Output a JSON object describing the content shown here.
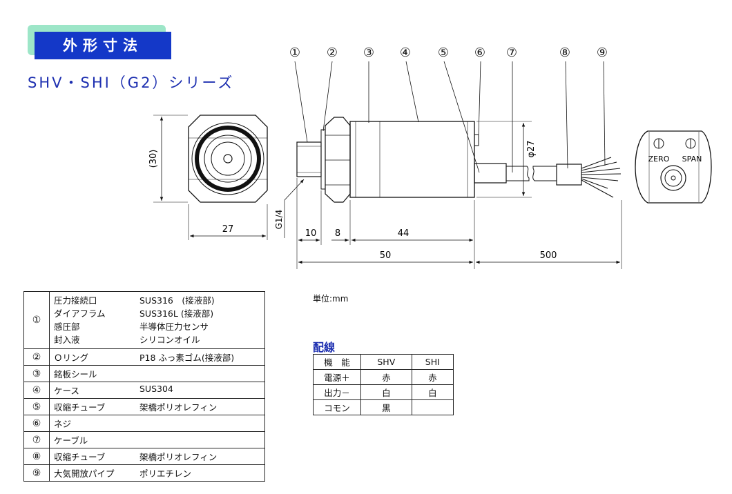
{
  "heading": "外形寸法",
  "series_title": "SHV・SHI（G2）シリーズ",
  "drawing": {
    "callouts": [
      "①",
      "②",
      "③",
      "④",
      "⑤",
      "⑥",
      "⑦",
      "⑧",
      "⑨"
    ],
    "dims": {
      "side_height": "(30)",
      "side_width": "27",
      "thread": "G1/4",
      "d10": "10",
      "d8": "8",
      "d44": "44",
      "d50": "50",
      "d500": "500",
      "dia": "φ27"
    },
    "zero_label": "ZERO",
    "span_label": "SPAN"
  },
  "parts": [
    {
      "num": "①",
      "lines": [
        {
          "name": "圧力接続口",
          "spec": "SUS316　(接液部)"
        },
        {
          "name": "ダイアフラム",
          "spec": "SUS316L (接液部)"
        },
        {
          "name": "感圧部",
          "spec": "半導体圧力センサ"
        },
        {
          "name": "封入液",
          "spec": "シリコンオイル"
        }
      ]
    },
    {
      "num": "②",
      "name": "Ｏリング",
      "spec": "P18 ふっ素ゴム(接液部)"
    },
    {
      "num": "③",
      "name": "銘板シール",
      "spec": ""
    },
    {
      "num": "④",
      "name": "ケース",
      "spec": "SUS304"
    },
    {
      "num": "⑤",
      "name": "収縮チューブ",
      "spec": "架橋ポリオレフィン"
    },
    {
      "num": "⑥",
      "name": "ネジ",
      "spec": ""
    },
    {
      "num": "⑦",
      "name": "ケーブル",
      "spec": ""
    },
    {
      "num": "⑧",
      "name": "収縮チューブ",
      "spec": "架橋ポリオレフィン"
    },
    {
      "num": "⑨",
      "name": "大気開放パイプ",
      "spec": "ポリエチレン"
    }
  ],
  "unit": "単位:mm",
  "wiring": {
    "title": "配線",
    "headers": [
      "機　能",
      "SHV",
      "SHI"
    ],
    "rows": [
      [
        "電源＋",
        "赤",
        "赤"
      ],
      [
        "出力－",
        "白",
        "白"
      ],
      [
        "コモン",
        "黒",
        ""
      ]
    ]
  }
}
